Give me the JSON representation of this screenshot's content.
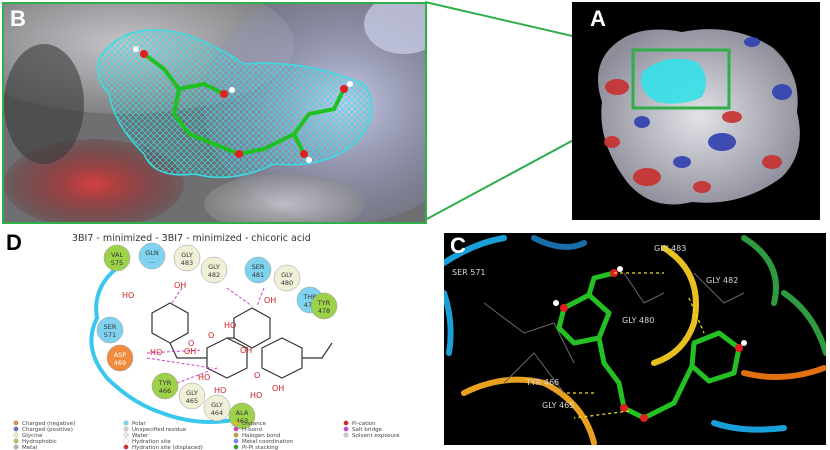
{
  "panels": {
    "b": {
      "letter": "B"
    },
    "a": {
      "letter": "A"
    },
    "d": {
      "letter": "D",
      "title": "3BI7 - minimized - 3BI7 - minimized - chicoric acid",
      "residues": [
        {
          "name": "VAL",
          "num": "575",
          "type": "hydrophobic"
        },
        {
          "name": "GLN",
          "num": "...",
          "type": "polar"
        },
        {
          "name": "GLY",
          "num": "483",
          "type": "glycine"
        },
        {
          "name": "GLY",
          "num": "482",
          "type": "glycine"
        },
        {
          "name": "SER",
          "num": "481",
          "type": "polar"
        },
        {
          "name": "GLY",
          "num": "480",
          "type": "glycine"
        },
        {
          "name": "THR",
          "num": "479",
          "type": "polar"
        },
        {
          "name": "TYR",
          "num": "478",
          "type": "hydrophobic"
        },
        {
          "name": "SER",
          "num": "571",
          "type": "polar"
        },
        {
          "name": "ASP",
          "num": "469",
          "type": "charged-negative"
        },
        {
          "name": "TYR",
          "num": "466",
          "type": "hydrophobic"
        },
        {
          "name": "GLY",
          "num": "465",
          "type": "glycine"
        },
        {
          "name": "GLY",
          "num": "464",
          "type": "glycine"
        },
        {
          "name": "ALA",
          "num": "463",
          "type": "hydrophobic"
        }
      ],
      "atoms": [
        "HO",
        "OH",
        "HO",
        "OH",
        "HO",
        "O",
        "O",
        "HO",
        "OH",
        "HO",
        "O",
        "HO",
        "OH",
        "OH"
      ],
      "legend": [
        {
          "label": "Charged (negative)",
          "color": "#f08a3c"
        },
        {
          "label": "Charged (positive)",
          "color": "#6b6bd6"
        },
        {
          "label": "Glycine",
          "color": "#e8e8d0"
        },
        {
          "label": "Hydrophobic",
          "color": "#9dd14a"
        },
        {
          "label": "Metal",
          "color": "#b0b0b0"
        },
        {
          "label": "Polar",
          "color": "#7fd3ef"
        },
        {
          "label": "Unspecified residue",
          "color": "#d0d0d0"
        },
        {
          "label": "Water",
          "color": "#e6e6e6"
        },
        {
          "label": "Hydration site",
          "color": "#ffffff"
        },
        {
          "label": "Hydration site (displaced)",
          "color": "#d03030"
        },
        {
          "label": "Distance",
          "color": "#e0c020"
        },
        {
          "label": "H-bond",
          "color": "#d040d0"
        },
        {
          "label": "Halogen bond",
          "color": "#c0a030"
        },
        {
          "label": "Metal coordination",
          "color": "#8080ff"
        },
        {
          "label": "Pi-Pi stacking",
          "color": "#30a030"
        },
        {
          "label": "Pi-cation",
          "color": "#e02020"
        },
        {
          "label": "Salt bridge",
          "color": "#d040d0"
        },
        {
          "label": "Solvent exposure",
          "color": "#cccccc"
        }
      ]
    },
    "c": {
      "letter": "C",
      "labels": [
        "GLY 483",
        "GLY 482",
        "SER 571",
        "GLY 480",
        "TYR 466",
        "GLY 465"
      ]
    }
  }
}
